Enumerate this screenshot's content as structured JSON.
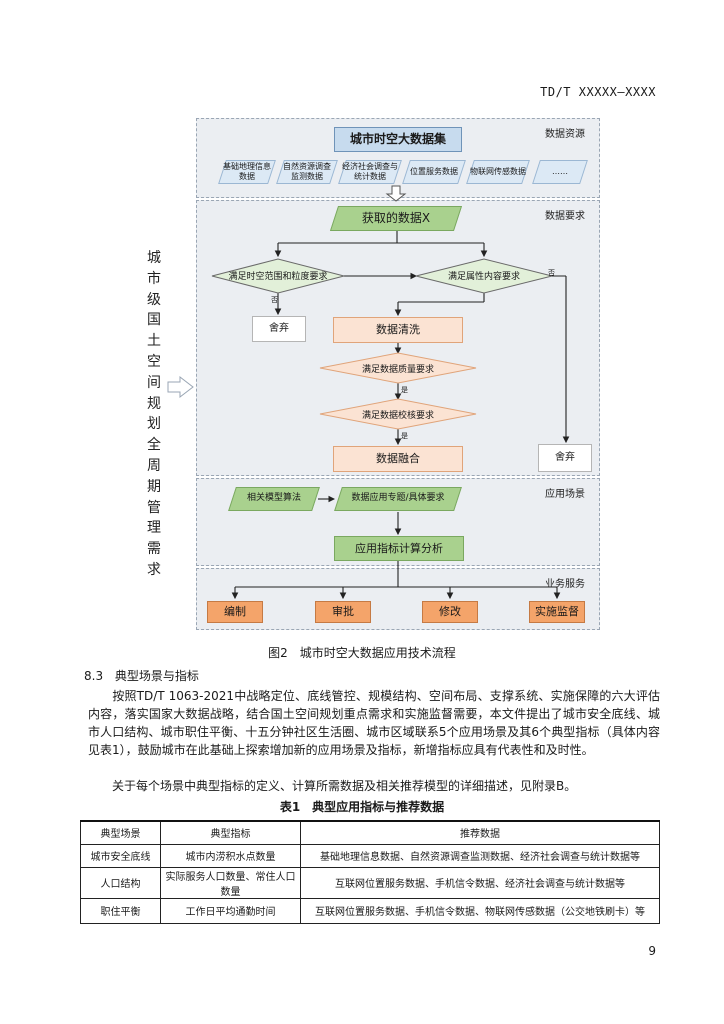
{
  "header": {
    "doc_number": "TD/T XXXXX—XXXX"
  },
  "flowchart": {
    "side_title": "城市级国土空间规划全周期管理需求",
    "panels": {
      "data_resources": "数据资源",
      "data_requirements": "数据要求",
      "application_scenarios": "应用场景",
      "business_services": "业务服务"
    },
    "dataset_title": "城市时空大数据集",
    "sources": [
      "基础地理信息数据",
      "自然资源调查监测数据",
      "经济社会调查与统计数据",
      "位置服务数据",
      "物联网传感数据",
      "……"
    ],
    "acquired": "获取的数据X",
    "cond_spatiotemporal": "满足时空范围和粒度要求",
    "cond_attribute": "满足属性内容要求",
    "no_label_1": "否",
    "no_label_2": "否",
    "yes_label_1": "是",
    "yes_label_2": "是",
    "discard_1": "舍弃",
    "discard_2": "舍弃",
    "cleaning": "数据清洗",
    "cond_quality": "满足数据质量要求",
    "cond_validation": "满足数据校核要求",
    "fusion": "数据融合",
    "models": "相关模型算法",
    "special_topics": "数据应用专题/具体要求",
    "indicator_calc": "应用指标计算分析",
    "services": [
      "编制",
      "审批",
      "修改",
      "实施监督"
    ]
  },
  "figure_caption": "图2　城市时空大数据应用技术流程",
  "section": {
    "number": "8.3",
    "title": "典型场景与指标"
  },
  "paragraphs": [
    "　　按照TD/T 1063-2021中战略定位、底线管控、规模结构、空间布局、支撑系统、实施保障的六大评估内容，落实国家大数据战略，结合国土空间规划重点需求和实施监督需要，本文件提出了城市安全底线、城市人口结构、城市职住平衡、十五分钟社区生活圈、城市区域联系5个应用场景及其6个典型指标（具体内容见表1），鼓励城市在此基础上探索增加新的应用场景及指标，新增指标应具有代表性和及时性。",
    "　　关于每个场景中典型指标的定义、计算所需数据及相关推荐模型的详细描述，见附录B。"
  ],
  "table_title": "表1　典型应用指标与推荐数据",
  "table": {
    "headers": [
      "典型场景",
      "典型指标",
      "推荐数据"
    ],
    "rows": [
      [
        "城市安全底线",
        "城市内涝积水点数量",
        "基础地理信息数据、自然资源调查监测数据、经济社会调查与统计数据等"
      ],
      [
        "人口结构",
        "实际服务人口数量、常住人口数量",
        "互联网位置服务数据、手机信令数据、经济社会调查与统计数据等"
      ],
      [
        "职住平衡",
        "工作日平均通勤时间",
        "互联网位置服务数据、手机信令数据、物联网传感数据（公交地铁刷卡）等"
      ]
    ]
  },
  "page_number": "9"
}
